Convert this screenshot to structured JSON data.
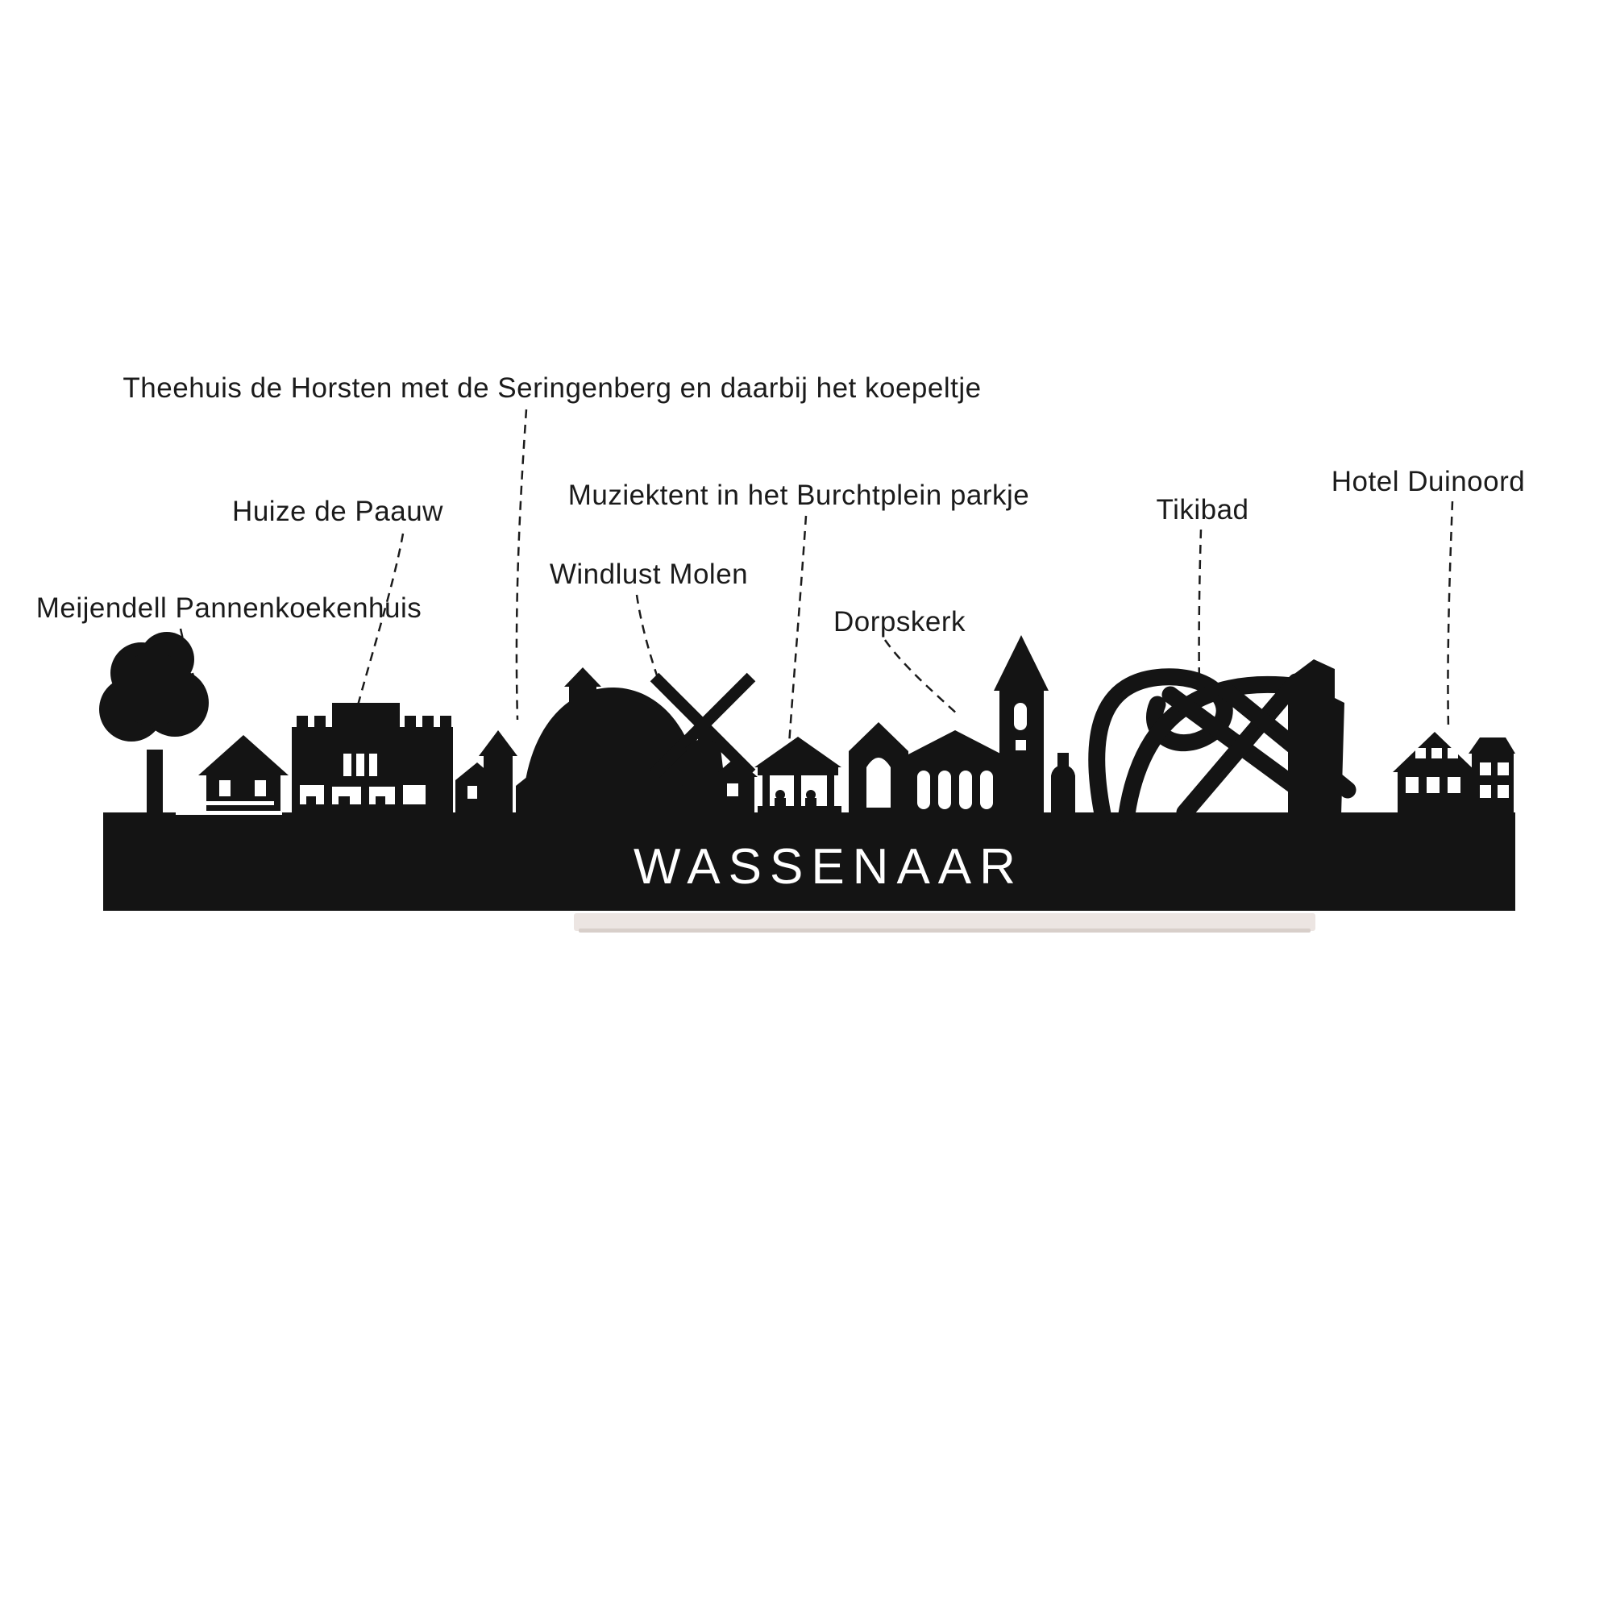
{
  "skyline": {
    "title": "WASSENAAR",
    "silhouette_color": "#141414",
    "stand_color": "#ece5e2",
    "stand_shadow_color": "#d8cfca"
  },
  "labels": [
    {
      "id": "theehuis",
      "text": "Theehuis de Horsten met de Seringenberg en daarbij het koepeltje"
    },
    {
      "id": "huize-de-paauw",
      "text": "Huize de Paauw"
    },
    {
      "id": "muziektent",
      "text": "Muziektent in het Burchtplein parkje"
    },
    {
      "id": "hotel-duinoord",
      "text": "Hotel Duinoord"
    },
    {
      "id": "windlust-molen",
      "text": "Windlust Molen"
    },
    {
      "id": "tikibad",
      "text": "Tikibad"
    },
    {
      "id": "meijendell",
      "text": "Meijendell Pannenkoekenhuis"
    },
    {
      "id": "dorpskerk",
      "text": "Dorpskerk"
    }
  ]
}
